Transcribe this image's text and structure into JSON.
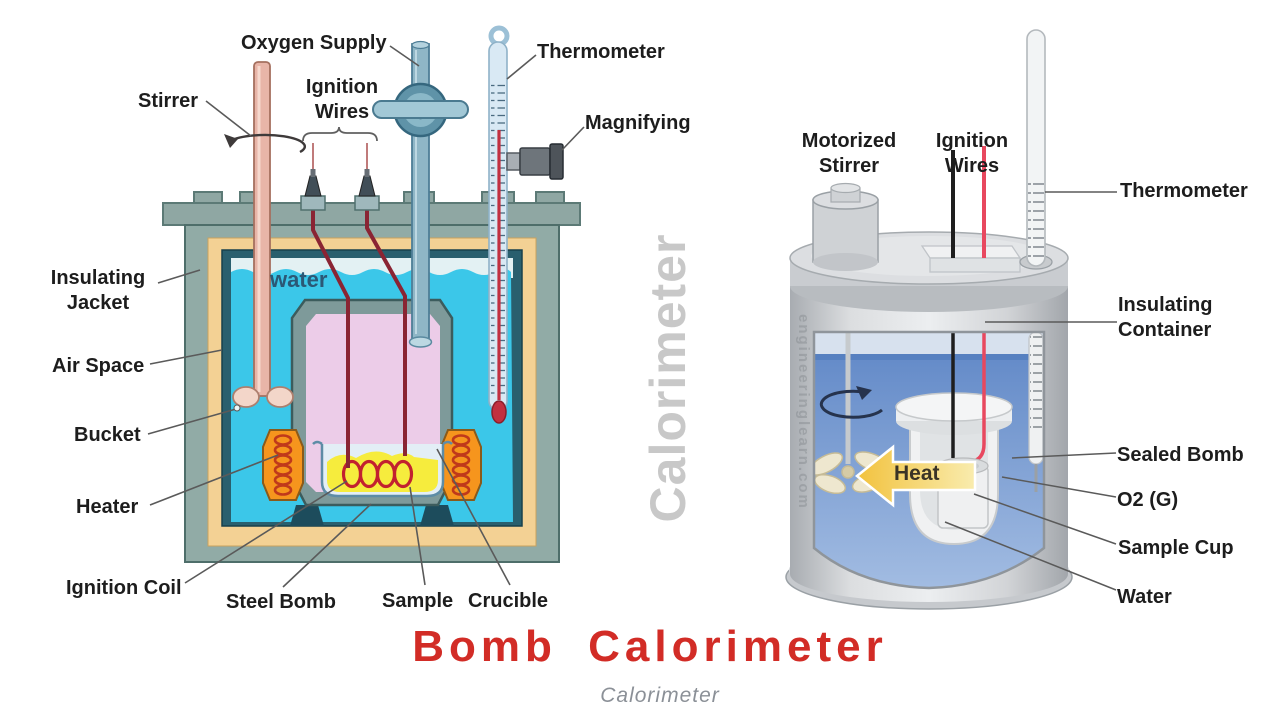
{
  "footer": {
    "title": "Bomb Calorimeter",
    "caption": "Calorimeter"
  },
  "watermarks": {
    "center": "Calorimeter",
    "site": "engineeringlearn.com"
  },
  "colors": {
    "title_red": "#d22c26",
    "water_cyan": "#3bc7e9",
    "right_water_blue": "#6b93cc",
    "heater_orange": "#f6951d",
    "sample_yellow": "#f5e93c",
    "heat_arrow_yellow": "#f5d468",
    "watermark_gray": "#c8c8c8"
  },
  "left_diagram": {
    "name": "bomb calorimeter cross-section",
    "labels": {
      "oxygen_supply": "Oxygen Supply",
      "thermometer": "Thermometer",
      "stirrer": "Stirrer",
      "ignition_wires": "Ignition Wires",
      "magnifying": "Magnifying",
      "insulating_jacket": "Insulating Jacket",
      "air_space": "Air Space",
      "bucket": "Bucket",
      "heater": "Heater",
      "ignition_coil": "Ignition Coil",
      "steel_bomb": "Steel Bomb",
      "sample": "Sample",
      "crucible": "Crucible",
      "water": "water"
    }
  },
  "right_diagram": {
    "name": "bomb calorimeter 3d view",
    "labels": {
      "motorized_stirrer": "Motorized Stirrer",
      "ignition_wires": "Ignition Wires",
      "thermometer": "Thermometer",
      "insulating_container": "Insulating Container",
      "sealed_bomb": "Sealed Bomb",
      "o2": "O2 (G)",
      "sample_cup": "Sample Cup",
      "water": "Water",
      "heat": "Heat"
    }
  }
}
